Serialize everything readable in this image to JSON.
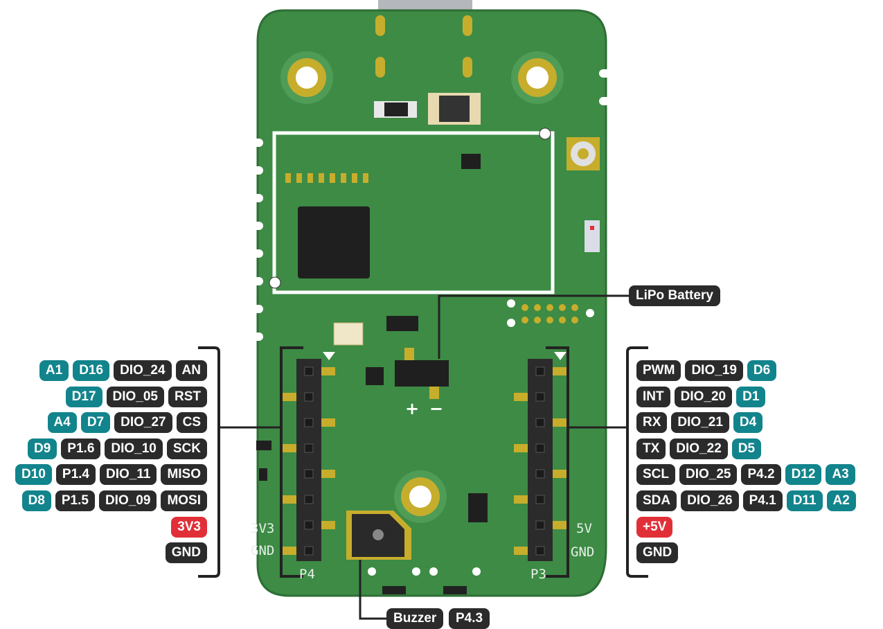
{
  "board": {
    "pcb_color": "#3d8b45",
    "gold_color": "#c7ad2c",
    "silk_labels": {
      "left_voltage": "3V3",
      "left_ground": "GND",
      "right_voltage": "5V",
      "right_ground": "GND",
      "left_header": "P4",
      "right_header": "P3",
      "battery_plus": "+",
      "battery_minus": "−"
    }
  },
  "left_pins": [
    {
      "labels": [
        {
          "text": "A1",
          "color": "teal"
        },
        {
          "text": "D16",
          "color": "teal"
        },
        {
          "text": "DIO_24",
          "color": "dark"
        },
        {
          "text": "AN",
          "color": "dark"
        }
      ]
    },
    {
      "labels": [
        {
          "text": "D17",
          "color": "teal"
        },
        {
          "text": "DIO_05",
          "color": "dark"
        },
        {
          "text": "RST",
          "color": "dark"
        }
      ]
    },
    {
      "labels": [
        {
          "text": "A4",
          "color": "teal"
        },
        {
          "text": "D7",
          "color": "teal"
        },
        {
          "text": "DIO_27",
          "color": "dark"
        },
        {
          "text": "CS",
          "color": "dark"
        }
      ]
    },
    {
      "labels": [
        {
          "text": "D9",
          "color": "teal"
        },
        {
          "text": "P1.6",
          "color": "dark"
        },
        {
          "text": "DIO_10",
          "color": "dark"
        },
        {
          "text": "SCK",
          "color": "dark"
        }
      ]
    },
    {
      "labels": [
        {
          "text": "D10",
          "color": "teal"
        },
        {
          "text": "P1.4",
          "color": "dark"
        },
        {
          "text": "DIO_11",
          "color": "dark"
        },
        {
          "text": "MISO",
          "color": "dark"
        }
      ]
    },
    {
      "labels": [
        {
          "text": "D8",
          "color": "teal"
        },
        {
          "text": "P1.5",
          "color": "dark"
        },
        {
          "text": "DIO_09",
          "color": "dark"
        },
        {
          "text": "MOSI",
          "color": "dark"
        }
      ]
    },
    {
      "labels": [
        {
          "text": "3V3",
          "color": "red"
        }
      ]
    },
    {
      "labels": [
        {
          "text": "GND",
          "color": "dark"
        }
      ]
    }
  ],
  "right_pins": [
    {
      "labels": [
        {
          "text": "PWM",
          "color": "dark"
        },
        {
          "text": "DIO_19",
          "color": "dark"
        },
        {
          "text": "D6",
          "color": "teal"
        }
      ]
    },
    {
      "labels": [
        {
          "text": "INT",
          "color": "dark"
        },
        {
          "text": "DIO_20",
          "color": "dark"
        },
        {
          "text": "D1",
          "color": "teal"
        }
      ]
    },
    {
      "labels": [
        {
          "text": "RX",
          "color": "dark"
        },
        {
          "text": "DIO_21",
          "color": "dark"
        },
        {
          "text": "D4",
          "color": "teal"
        }
      ]
    },
    {
      "labels": [
        {
          "text": "TX",
          "color": "dark"
        },
        {
          "text": "DIO_22",
          "color": "dark"
        },
        {
          "text": "D5",
          "color": "teal"
        }
      ]
    },
    {
      "labels": [
        {
          "text": "SCL",
          "color": "dark"
        },
        {
          "text": "DIO_25",
          "color": "dark"
        },
        {
          "text": "P4.2",
          "color": "dark"
        },
        {
          "text": "D12",
          "color": "teal"
        },
        {
          "text": "A3",
          "color": "teal"
        }
      ]
    },
    {
      "labels": [
        {
          "text": "SDA",
          "color": "dark"
        },
        {
          "text": "DIO_26",
          "color": "dark"
        },
        {
          "text": "P4.1",
          "color": "dark"
        },
        {
          "text": "D11",
          "color": "teal"
        },
        {
          "text": "A2",
          "color": "teal"
        }
      ]
    },
    {
      "labels": [
        {
          "text": "+5V",
          "color": "red"
        }
      ]
    },
    {
      "labels": [
        {
          "text": "GND",
          "color": "dark"
        }
      ]
    }
  ],
  "callouts": {
    "battery": "LiPo Battery",
    "buzzer": "Buzzer",
    "buzzer_pin": "P4.3"
  }
}
